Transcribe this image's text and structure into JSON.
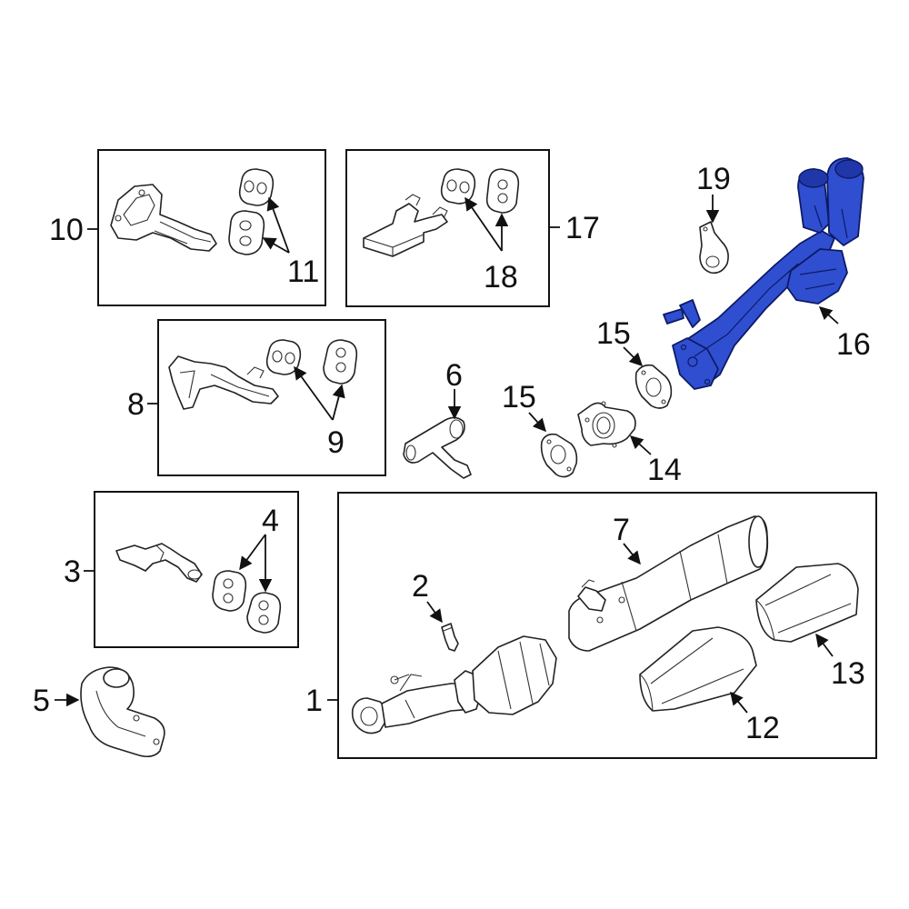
{
  "diagram": {
    "highlight_color": "#2f4fd0",
    "callouts": {
      "c1": "1",
      "c2": "2",
      "c3": "3",
      "c4": "4",
      "c5": "5",
      "c6": "6",
      "c7": "7",
      "c8": "8",
      "c9": "9",
      "c10": "10",
      "c11": "11",
      "c12": "12",
      "c13": "13",
      "c14": "14",
      "c15a": "15",
      "c15b": "15",
      "c16": "16",
      "c17": "17",
      "c18": "18",
      "c19": "19"
    }
  }
}
